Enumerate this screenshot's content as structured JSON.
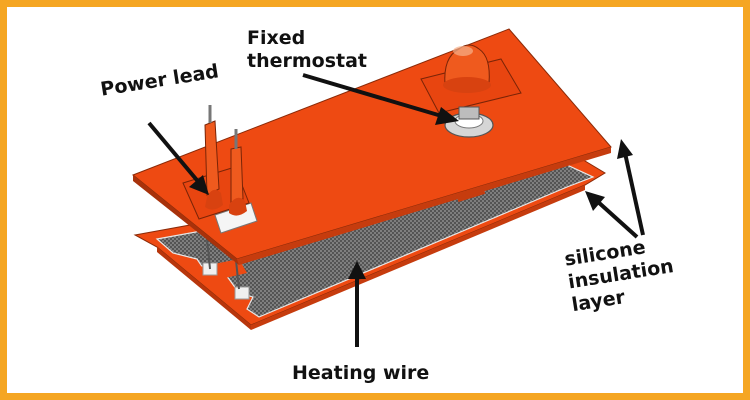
{
  "labels": {
    "fixed_thermostat": [
      "Fixed",
      "thermostat"
    ],
    "power_lead": "Power lead",
    "heating_wire": "Heating wire",
    "silicone_insulation_layer": [
      "silicone",
      "insulation",
      "layer"
    ]
  },
  "colors": {
    "border": "#f5a623",
    "silicone": "#ee4a12",
    "heating_mesh": "#6f6f6f",
    "arrow": "#111111"
  }
}
